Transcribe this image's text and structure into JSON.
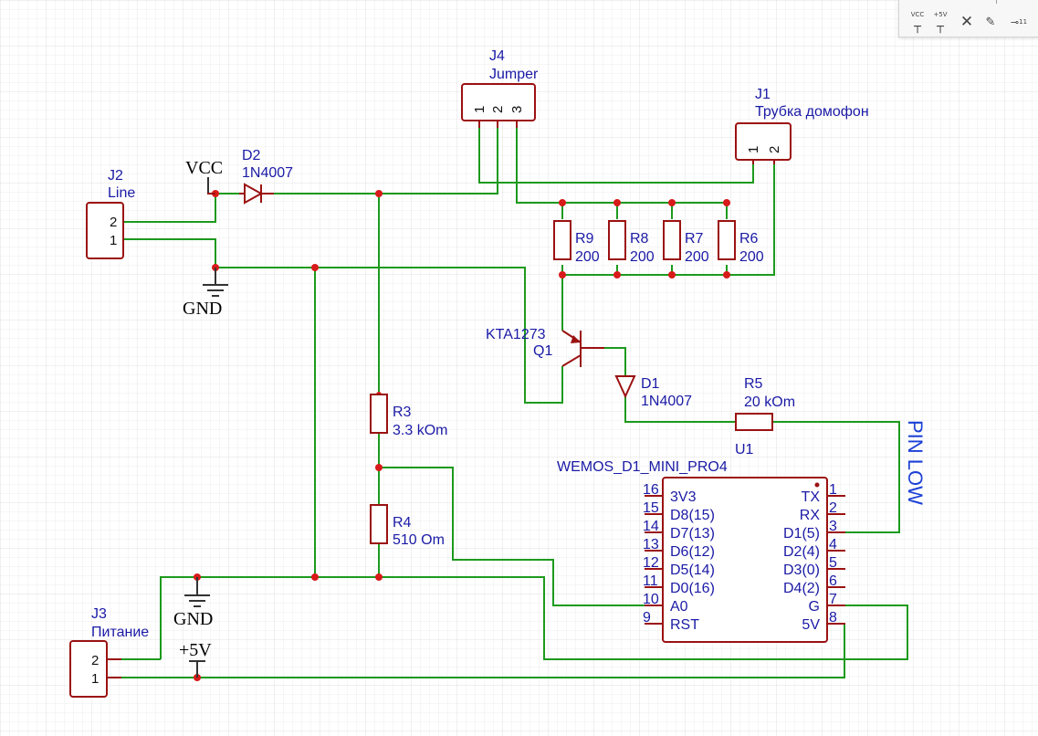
{
  "toolbar": {
    "tools": [
      "vcc-tool",
      "plus5v-tool",
      "no-connect-tool",
      "pencil-tool",
      "pin-tool"
    ],
    "vcc_label": "VCC",
    "plus5v_label": "+5V",
    "pin_label": "11"
  },
  "components": {
    "j4": {
      "ref": "J4",
      "value": "Jumper",
      "pins": [
        "1",
        "2",
        "3"
      ]
    },
    "j1": {
      "ref": "J1",
      "value": "Трубка домофон",
      "pins": [
        "1",
        "2"
      ]
    },
    "j2": {
      "ref": "J2",
      "value": "Line",
      "pins": [
        "2",
        "1"
      ]
    },
    "j3": {
      "ref": "J3",
      "value": "Питание",
      "pins": [
        "2",
        "1"
      ]
    },
    "d2": {
      "ref": "D2",
      "value": "1N4007"
    },
    "d1": {
      "ref": "D1",
      "value": "1N4007"
    },
    "r9": {
      "ref": "R9",
      "value": "200"
    },
    "r8": {
      "ref": "R8",
      "value": "200"
    },
    "r7": {
      "ref": "R7",
      "value": "200"
    },
    "r6": {
      "ref": "R6",
      "value": "200"
    },
    "r3": {
      "ref": "R3",
      "value": "3.3 kOm"
    },
    "r4": {
      "ref": "R4",
      "value": "510 Om"
    },
    "r5": {
      "ref": "R5",
      "value": "20 kOm"
    },
    "q1": {
      "ref": "Q1",
      "value": "KTA1273"
    },
    "u1": {
      "ref": "U1",
      "value": "WEMOS_D1_MINI_PRO4",
      "left_pins": [
        {
          "num": "16",
          "name": "3V3"
        },
        {
          "num": "15",
          "name": "D8(15)"
        },
        {
          "num": "14",
          "name": "D7(13)"
        },
        {
          "num": "13",
          "name": "D6(12)"
        },
        {
          "num": "12",
          "name": "D5(14)"
        },
        {
          "num": "11",
          "name": "D0(16)"
        },
        {
          "num": "10",
          "name": "A0"
        },
        {
          "num": "9",
          "name": "RST"
        }
      ],
      "right_pins": [
        {
          "num": "1",
          "name": "TX"
        },
        {
          "num": "2",
          "name": "RX"
        },
        {
          "num": "3",
          "name": "D1(5)"
        },
        {
          "num": "4",
          "name": "D2(4)"
        },
        {
          "num": "5",
          "name": "D3(0)"
        },
        {
          "num": "6",
          "name": "D4(2)"
        },
        {
          "num": "7",
          "name": "G"
        },
        {
          "num": "8",
          "name": "5V"
        }
      ]
    }
  },
  "power": {
    "vcc": "VCC",
    "gnd_top": "GND",
    "gnd_bottom": "GND",
    "plus5v": "+5V"
  },
  "annotation": "PIN LOW",
  "colors": {
    "wire": "#1d9a1d",
    "symbol": "#9b1111",
    "label": "#1a1aa6",
    "junction": "#d81a1a",
    "annotation": "#1a3fd6"
  }
}
